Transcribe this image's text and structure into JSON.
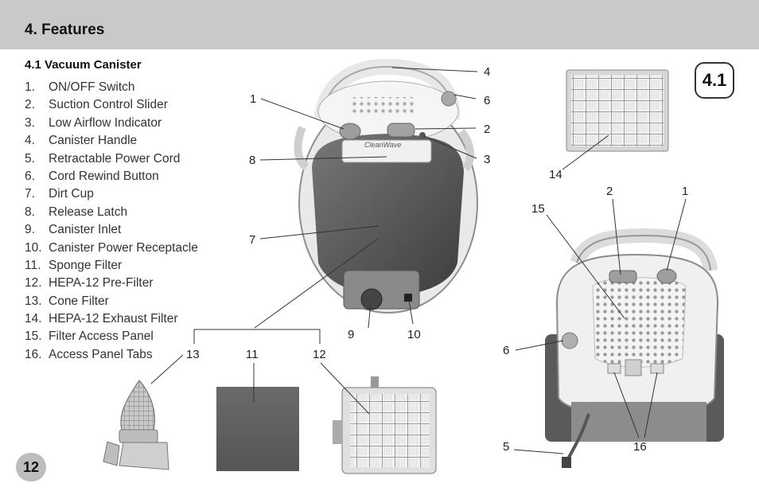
{
  "header": {
    "title": "4. Features"
  },
  "section": {
    "title": "4.1  Vacuum Canister"
  },
  "features": [
    {
      "num": "1.",
      "label": "ON/OFF Switch"
    },
    {
      "num": "2.",
      "label": "Suction Control Slider"
    },
    {
      "num": "3.",
      "label": "Low Airflow Indicator"
    },
    {
      "num": "4.",
      "label": "Canister Handle"
    },
    {
      "num": "5.",
      "label": "Retractable Power Cord"
    },
    {
      "num": "6.",
      "label": "Cord Rewind Button"
    },
    {
      "num": "7.",
      "label": "Dirt Cup"
    },
    {
      "num": "8.",
      "label": "Release Latch"
    },
    {
      "num": "9.",
      "label": "Canister Inlet"
    },
    {
      "num": "10.",
      "label": "Canister Power Receptacle"
    },
    {
      "num": "11.",
      "label": "Sponge Filter"
    },
    {
      "num": "12.",
      "label": "HEPA-12 Pre-Filter"
    },
    {
      "num": "13.",
      "label": "Cone Filter"
    },
    {
      "num": "14.",
      "label": "HEPA-12 Exhaust Filter"
    },
    {
      "num": "15.",
      "label": "Filter Access Panel"
    },
    {
      "num": "16.",
      "label": "Access Panel Tabs"
    }
  ],
  "figure_badge": "4.1",
  "page_number": "12",
  "product_logo": "CleanWave",
  "callouts": {
    "front": [
      "1",
      "8",
      "7",
      "4",
      "6",
      "2",
      "3",
      "9",
      "10"
    ],
    "filters": [
      "13",
      "11",
      "12",
      "14"
    ],
    "back": [
      "2",
      "1",
      "15",
      "6",
      "5",
      "16"
    ]
  }
}
